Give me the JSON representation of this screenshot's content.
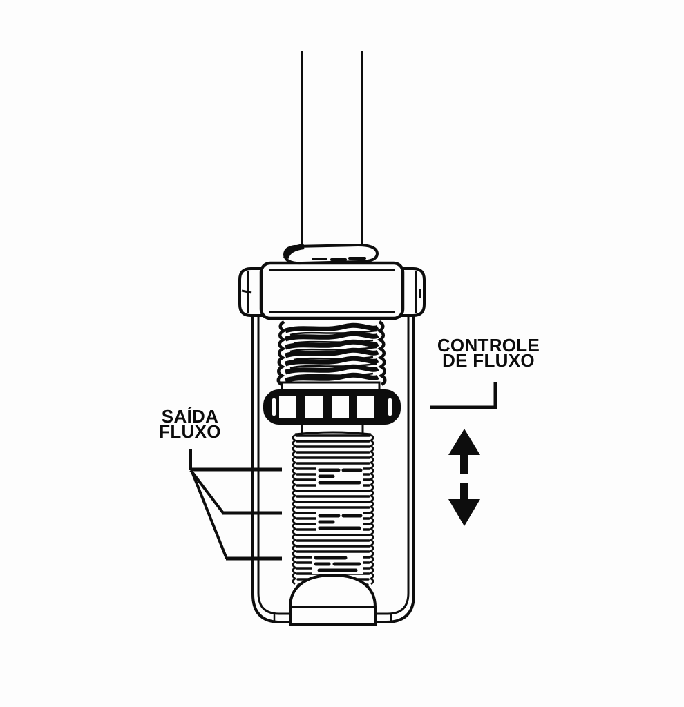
{
  "labels": {
    "flow_control": {
      "line1": "CONTROLE",
      "line2": "DE FLUXO"
    },
    "flow_outlet": {
      "line1": "SAÍDA",
      "line2": "FLUXO"
    }
  },
  "icons": {
    "adjustment_direction": "up-down-arrow"
  },
  "colors": {
    "background": "#fdfdfd",
    "ink": "#0d0d0d",
    "text": "#0b0b0b"
  }
}
